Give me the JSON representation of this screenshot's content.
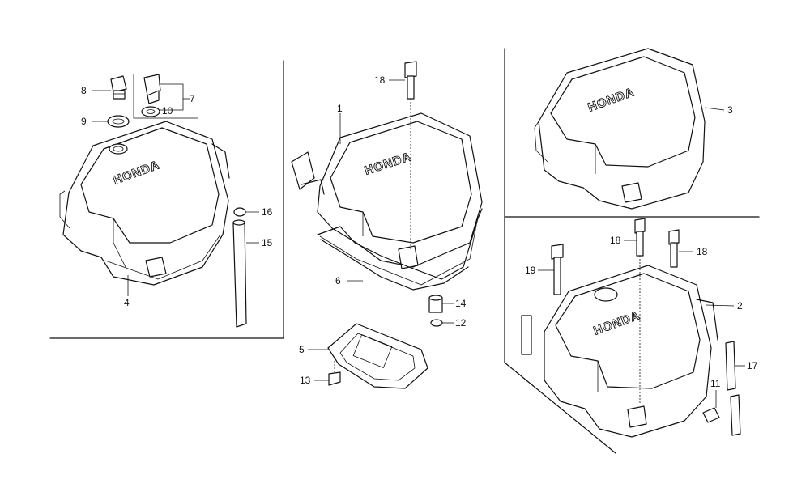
{
  "callouts": {
    "c1": "1",
    "c2": "2",
    "c3": "3",
    "c4": "4",
    "c5": "5",
    "c6": "6",
    "c7": "7",
    "c8": "8",
    "c9": "9",
    "c10": "10",
    "c11": "11",
    "c12": "12",
    "c13": "13",
    "c14": "14",
    "c15": "15",
    "c16": "16",
    "c17": "17",
    "c18a": "18",
    "c18b": "18",
    "c18c": "18",
    "c19": "19"
  },
  "logos": {
    "left": "HONDA",
    "middle": "HONDA",
    "top_right": "HONDA",
    "bottom_right": "HONDA"
  },
  "colors": {
    "line": "#111111",
    "background": "#ffffff"
  }
}
